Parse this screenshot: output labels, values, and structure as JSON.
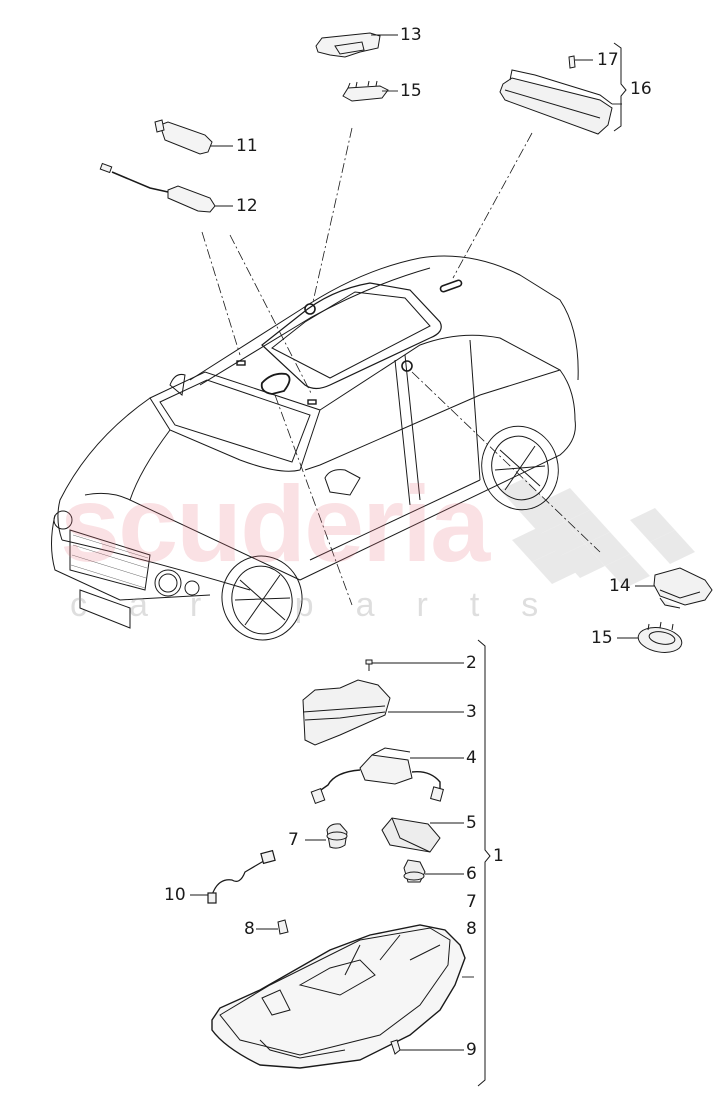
{
  "diagram": {
    "title": "Interior lighting / roof console parts diagram",
    "watermark": {
      "main": "scuderia",
      "sub": "car parts"
    },
    "colors": {
      "line": "#1a1a1a",
      "watermark_red": "#e6788a",
      "watermark_gray": "#a0a0a0"
    },
    "callouts": [
      {
        "id": "13",
        "label": "13"
      },
      {
        "id": "15a",
        "label": "15"
      },
      {
        "id": "17",
        "label": "17"
      },
      {
        "id": "16",
        "label": "16"
      },
      {
        "id": "11",
        "label": "11"
      },
      {
        "id": "12",
        "label": "12"
      },
      {
        "id": "14",
        "label": "14"
      },
      {
        "id": "15b",
        "label": "15"
      },
      {
        "id": "2",
        "label": "2"
      },
      {
        "id": "3",
        "label": "3"
      },
      {
        "id": "4",
        "label": "4"
      },
      {
        "id": "5",
        "label": "5"
      },
      {
        "id": "7a",
        "label": "7"
      },
      {
        "id": "1",
        "label": "1"
      },
      {
        "id": "6",
        "label": "6"
      },
      {
        "id": "10",
        "label": "10"
      },
      {
        "id": "7b",
        "label": "7"
      },
      {
        "id": "8a",
        "label": "8"
      },
      {
        "id": "8b",
        "label": "8"
      },
      {
        "id": "9",
        "label": "9"
      }
    ],
    "parts": [
      "reading-light-13",
      "trim-ring-15",
      "clip-17",
      "rear-roof-light-16",
      "interior-light-11",
      "interior-light-with-cable-12",
      "sensor-14",
      "trim-ring-15-alt",
      "screw-2",
      "switch-module-3",
      "control-unit-4",
      "switch-5",
      "lamp-6",
      "lamp-7",
      "clip-8",
      "trim-cap-9",
      "wiring-harness-10",
      "roof-console-housing"
    ]
  }
}
